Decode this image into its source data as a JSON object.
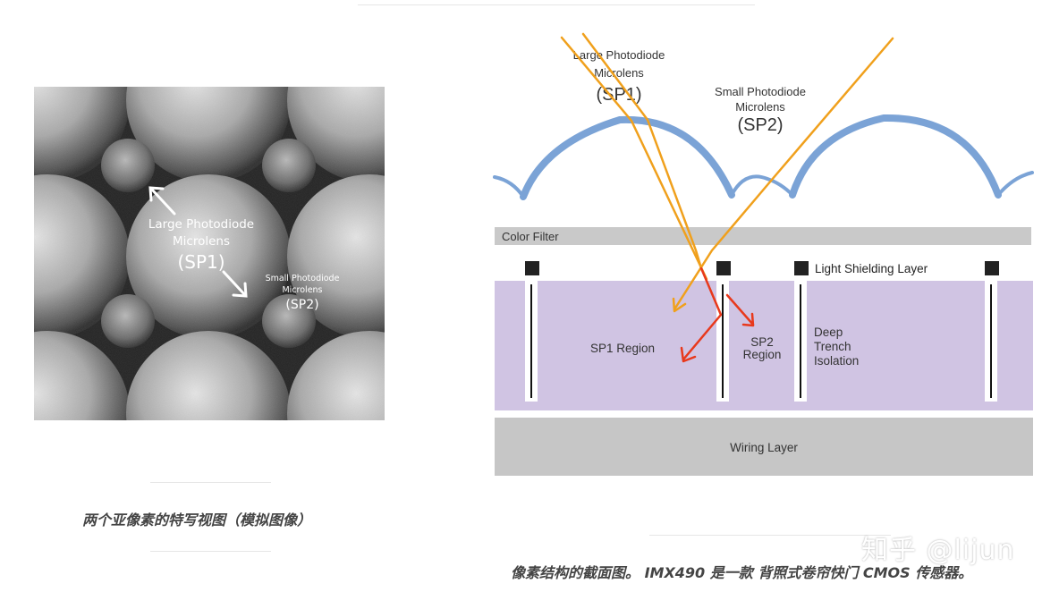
{
  "left_photo": {
    "large_label": [
      "Large Photodiode",
      "Microlens",
      "(SP1)"
    ],
    "small_label": [
      "Small Photodiode",
      "Microlens",
      "(SP2)"
    ],
    "caption": "两个亚像素的特写视图（模拟图像）"
  },
  "cross_section": {
    "large_label": [
      "Large Photodiode",
      "Microlens",
      "(SP1)"
    ],
    "small_label": [
      "Small Photodiode",
      "Microlens",
      "(SP2)"
    ],
    "color_filter": "Color Filter",
    "light_shielding": "Light Shielding Layer",
    "sp1_region": "SP1 Region",
    "sp2_region": [
      "SP2",
      "Region"
    ],
    "dti": [
      "Deep",
      "Trench",
      "Isolation"
    ],
    "wiring": "Wiring Layer",
    "caption": "像素结构的截面图。 IMX490 是一款 背照式卷帘快门 CMOS 传感器。"
  },
  "watermark": "知乎 @lijun",
  "colors": {
    "microlens": "#7ba3d6",
    "photodiode": "#d0c4e3",
    "filter": "#c9c9c9",
    "wiring": "#c6c6c6",
    "ray_orange": "#f0a01c",
    "ray_red": "#e8391c",
    "block": "#222222"
  }
}
